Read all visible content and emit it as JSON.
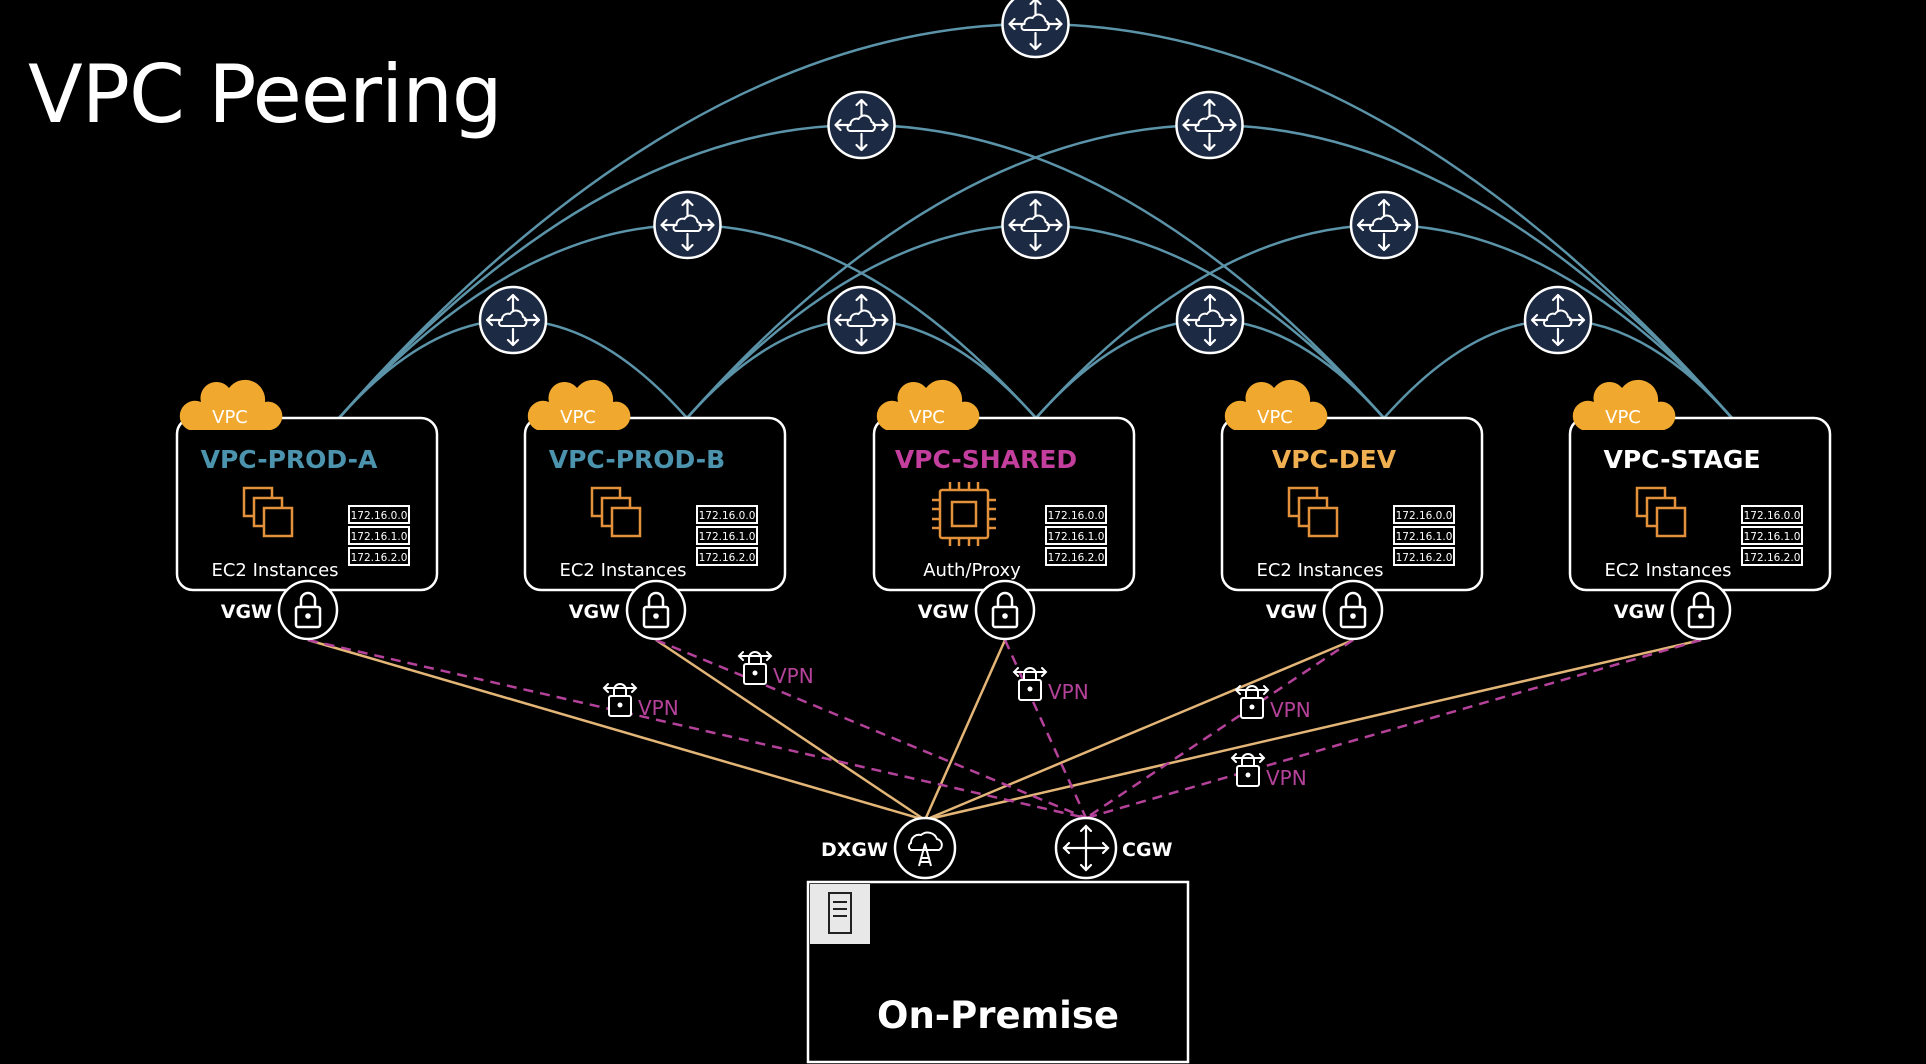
{
  "title": "VPC Peering",
  "colors": {
    "background": "#000000",
    "peering": "#5b93a8",
    "direct_connect": "#e3b677",
    "vpn": "#b5429a",
    "badge": "#f0a92e",
    "router_fill": "#1d2a44",
    "prod": "#4c93ae",
    "shared": "#c43e9d",
    "dev": "#f0b052",
    "stage": "#ffffff"
  },
  "vpc_badge": "VPC",
  "vgw_label": "VGW",
  "vpn_label": "VPN",
  "subnets": [
    "172.16.0.0",
    "172.16.1.0",
    "172.16.2.0"
  ],
  "vpcs": [
    {
      "name": "VPC-PROD-A",
      "color_key": "prod",
      "resource": "EC2 Instances",
      "resource_icon": "ec2-instances-icon"
    },
    {
      "name": "VPC-PROD-B",
      "color_key": "prod",
      "resource": "EC2 Instances",
      "resource_icon": "ec2-instances-icon"
    },
    {
      "name": "VPC-SHARED",
      "color_key": "shared",
      "resource": "Auth/Proxy",
      "resource_icon": "chip-icon"
    },
    {
      "name": "VPC-DEV",
      "color_key": "dev",
      "resource": "EC2 Instances",
      "resource_icon": "ec2-instances-icon"
    },
    {
      "name": "VPC-STAGE",
      "color_key": "stage",
      "resource": "EC2 Instances",
      "resource_icon": "ec2-instances-icon"
    }
  ],
  "peering_connections": [
    [
      0,
      1
    ],
    [
      1,
      2
    ],
    [
      2,
      3
    ],
    [
      3,
      4
    ],
    [
      0,
      2
    ],
    [
      1,
      3
    ],
    [
      2,
      4
    ],
    [
      0,
      3
    ],
    [
      1,
      4
    ],
    [
      0,
      4
    ]
  ],
  "vpn_connections": [
    0,
    1,
    2,
    3,
    4
  ],
  "dxgw_label": "DXGW",
  "cgw_label": "CGW",
  "on_premise": {
    "label": "On-Premise",
    "icon": "server-icon"
  },
  "icons": {
    "peering_router": "peering-router-icon",
    "vgw": "lock-icon",
    "vpn": "vpn-lock-icon",
    "dxgw": "direct-connect-gateway-icon",
    "cgw": "customer-gateway-icon",
    "vpc_badge": "cloud-icon"
  }
}
